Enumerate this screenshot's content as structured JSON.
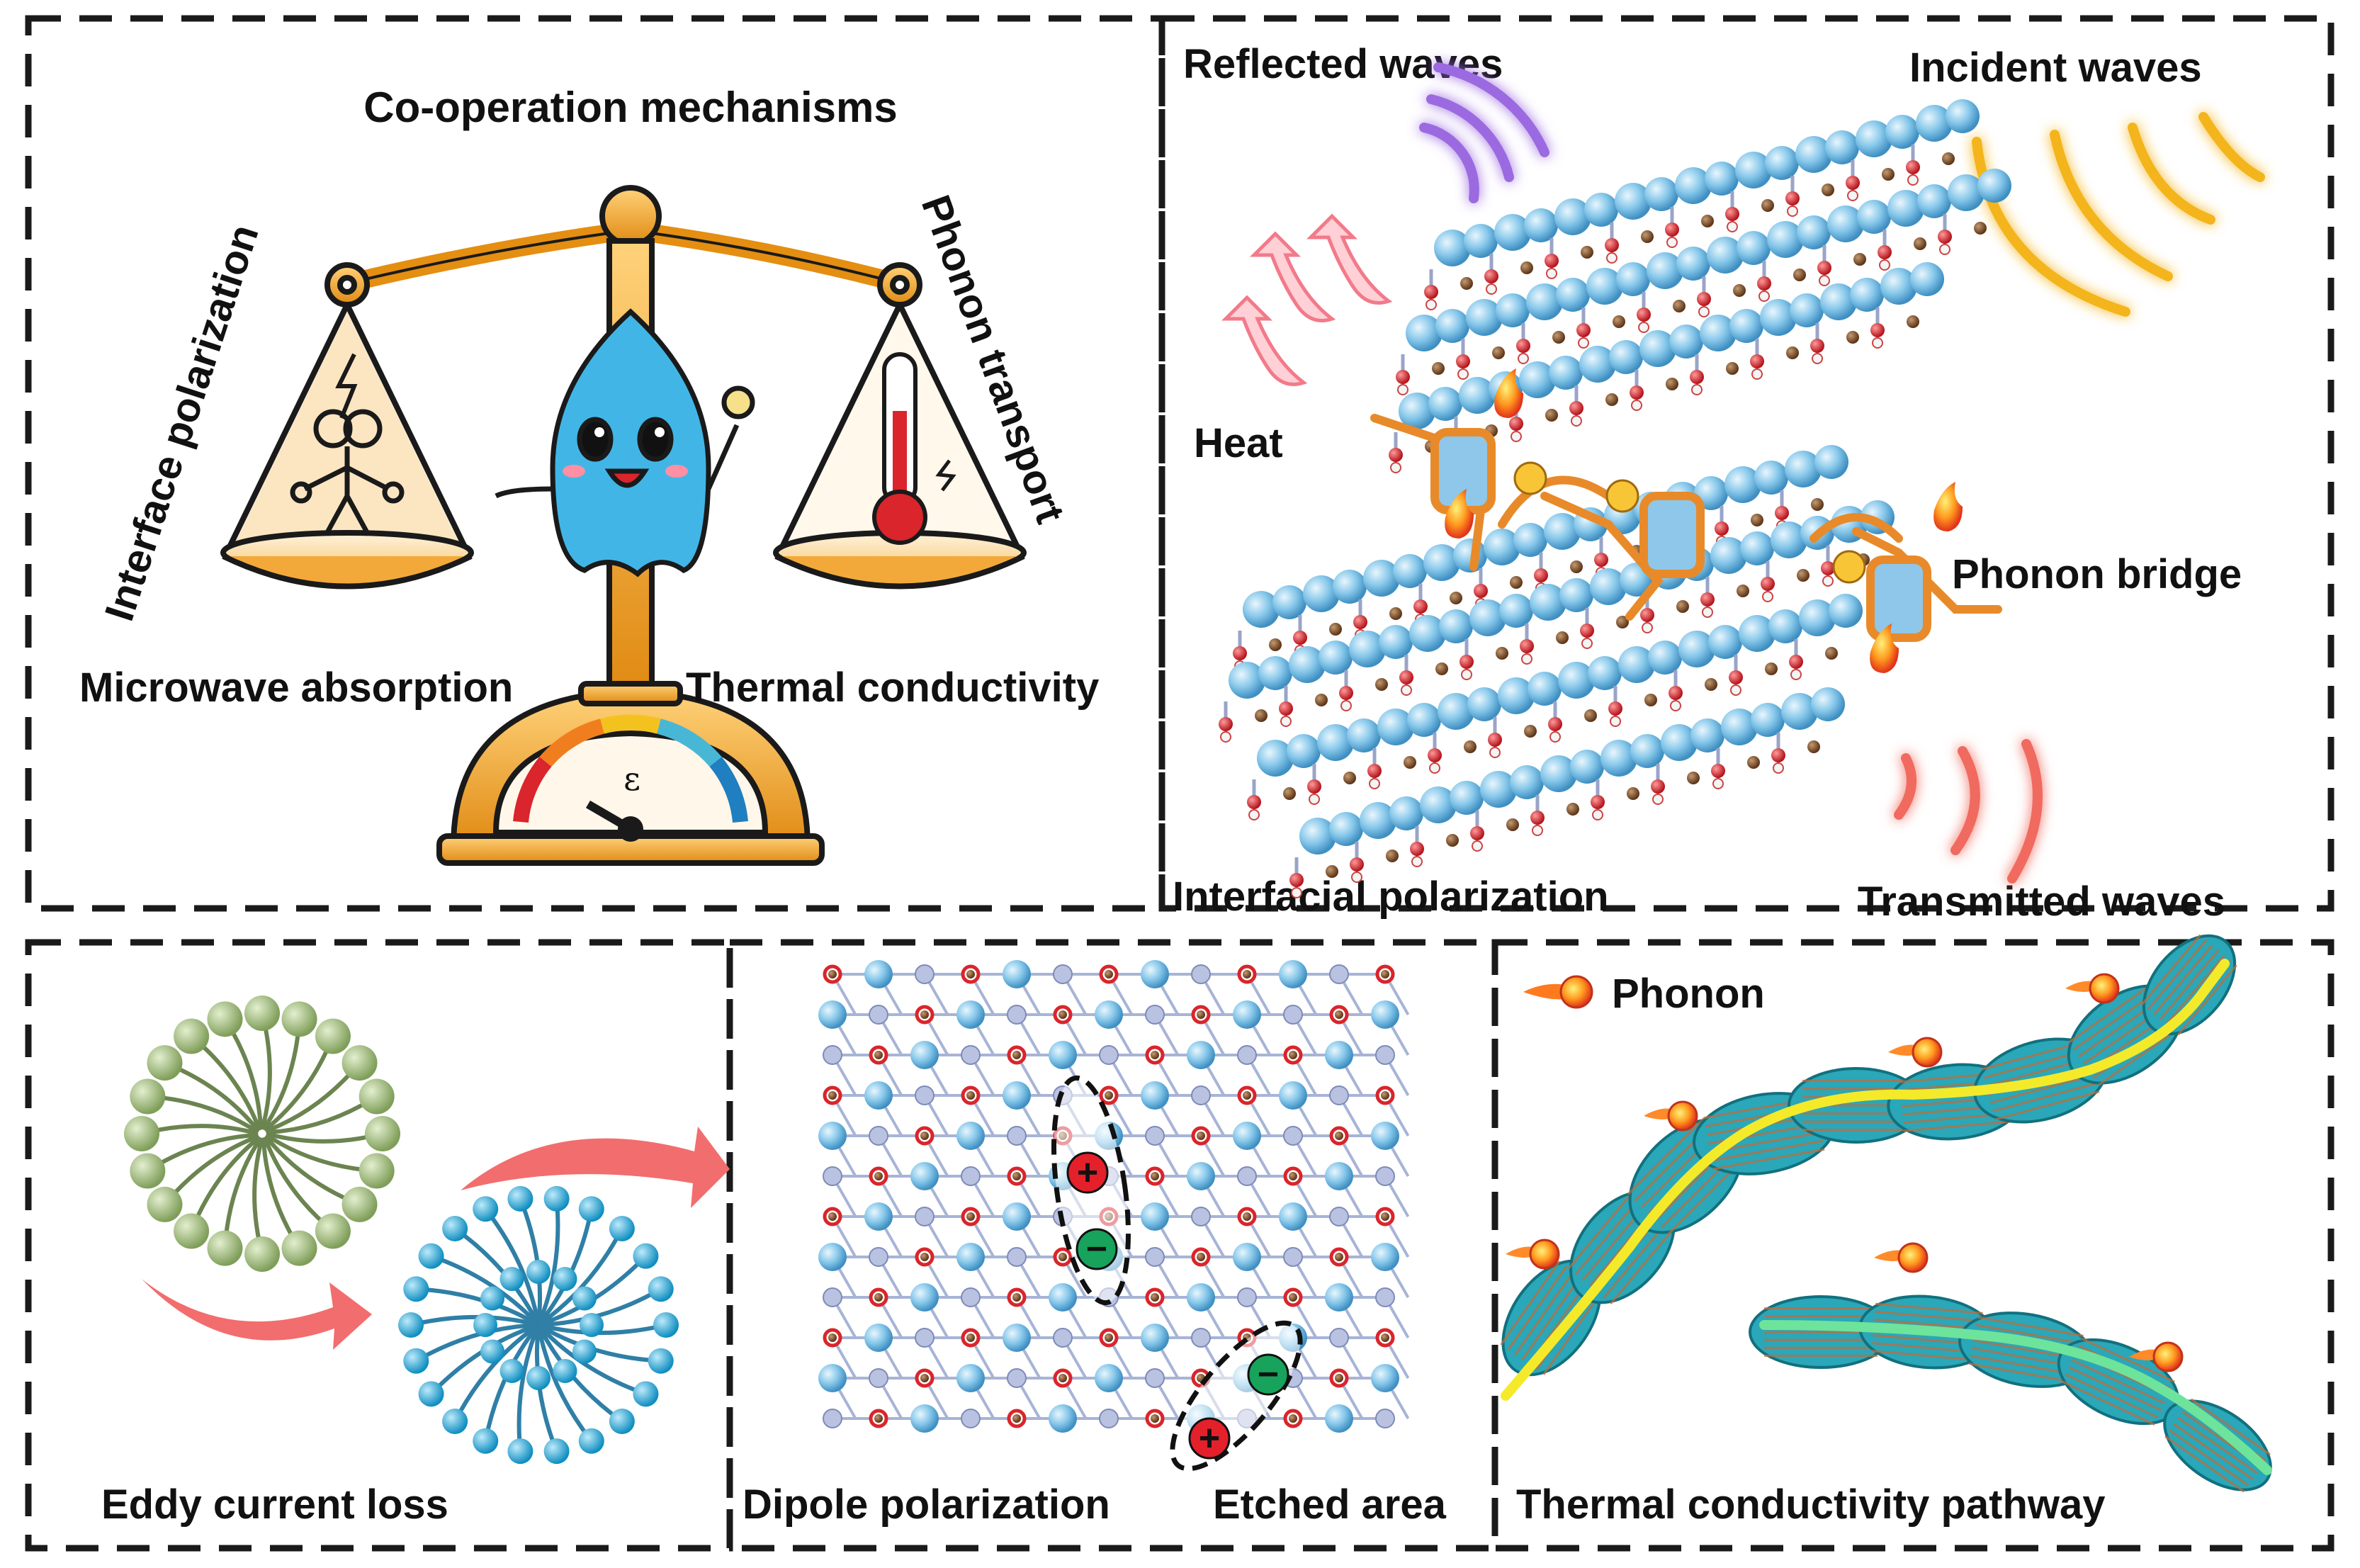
{
  "panels": {
    "balance": {
      "title": "Co-operation mechanisms",
      "left_arm_label": "Interface polarization",
      "right_arm_label": "Phonon  transport",
      "left_pan_label": "Microwave absorption",
      "right_pan_label": "Thermal conductivity",
      "gauge_symbol": "ε"
    },
    "structure": {
      "reflected_label": "Reflected waves",
      "incident_label": "Incident waves",
      "heat_label": "Heat",
      "bridge_label": "Phonon bridge",
      "interfacial_label": "Interfacial polarization",
      "transmitted_label": "Transmitted waves"
    },
    "eddy": {
      "label": "Eddy current loss"
    },
    "lattice": {
      "dipole_label": "Dipole polarization",
      "etched_label": "Etched area",
      "plus_symbol": "+",
      "minus_symbol": "−"
    },
    "pathway": {
      "phonon_label": "Phonon",
      "pathway_label": "Thermal conductivity pathway"
    }
  },
  "colors": {
    "border": "#1a1a1a",
    "balance_orange": "#f0a21f",
    "droplet_blue": "#41b6e6",
    "atom_blue": "#7ec3e6",
    "atom_red": "#d9252b",
    "atom_brown": "#7a4a2a",
    "lipid_green": "#a4bd82",
    "lipid_blue": "#1ca6d8",
    "arrow_red": "#f26d6d",
    "wave_purple": "#9b6be0",
    "wave_orange": "#f4b41a",
    "wave_red": "#f06a5f",
    "path_yellow": "#f4ea2a",
    "path_green": "#6ee39b",
    "fiber_teal": "#2aa7b8"
  }
}
